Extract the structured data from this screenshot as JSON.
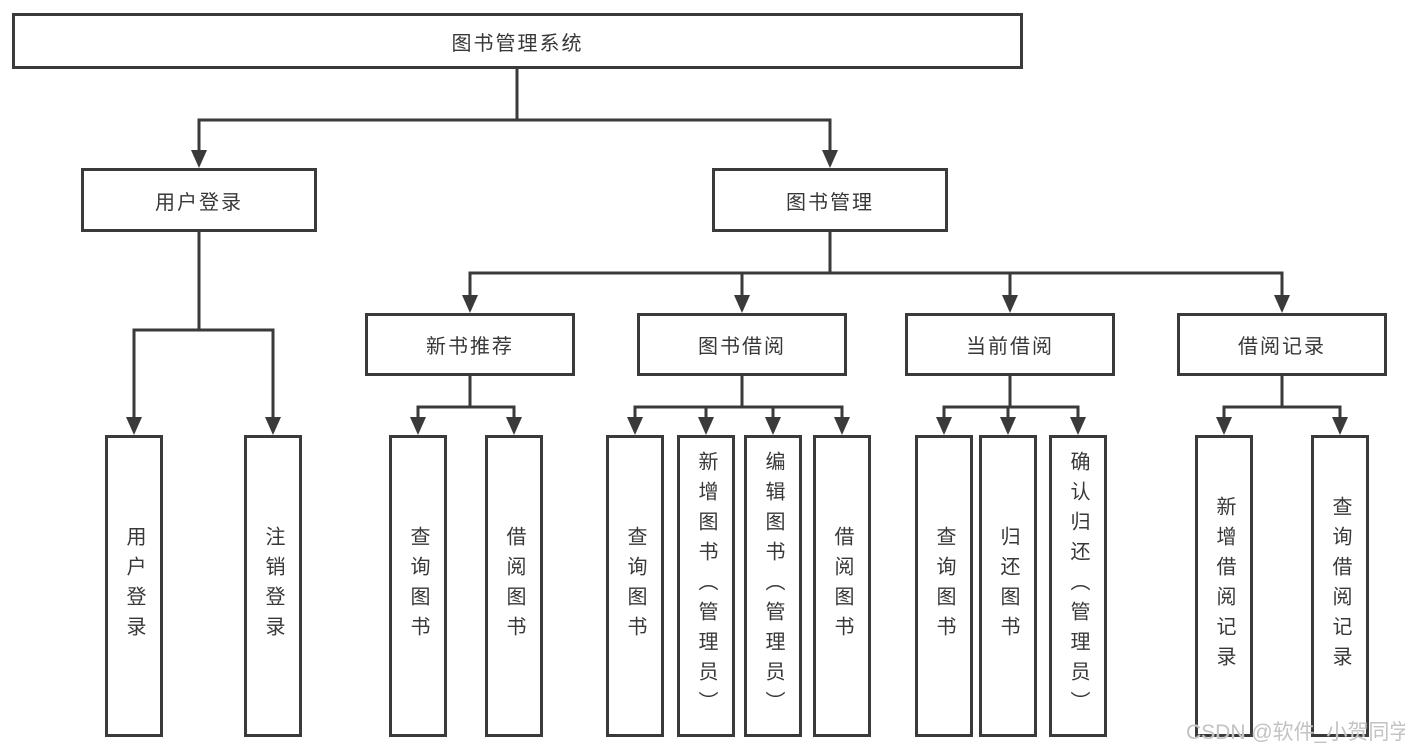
{
  "title": "图书管理系统",
  "watermark": "CSDN @软件_小贺同学",
  "level1": [
    {
      "label": "用户登录"
    },
    {
      "label": "图书管理"
    }
  ],
  "level2": [
    {
      "label": "新书推荐"
    },
    {
      "label": "图书借阅"
    },
    {
      "label": "当前借阅"
    },
    {
      "label": "借阅记录"
    }
  ],
  "leaves": {
    "user_login": [
      "用户登录",
      "注销登录"
    ],
    "new_book": [
      "查询图书",
      "借阅图书"
    ],
    "book_borrow": [
      "查询图书",
      "新增图书（管理员）",
      "编辑图书（管理员）",
      "借阅图书"
    ],
    "current_borrow": [
      "查询图书",
      "归还图书",
      "确认归还（管理员）"
    ],
    "borrow_record": [
      "新增借阅记录",
      "查询借阅记录"
    ]
  },
  "colors": {
    "line": "#3a3a3a",
    "text": "#383838",
    "watermark": "#c3c3c3"
  }
}
